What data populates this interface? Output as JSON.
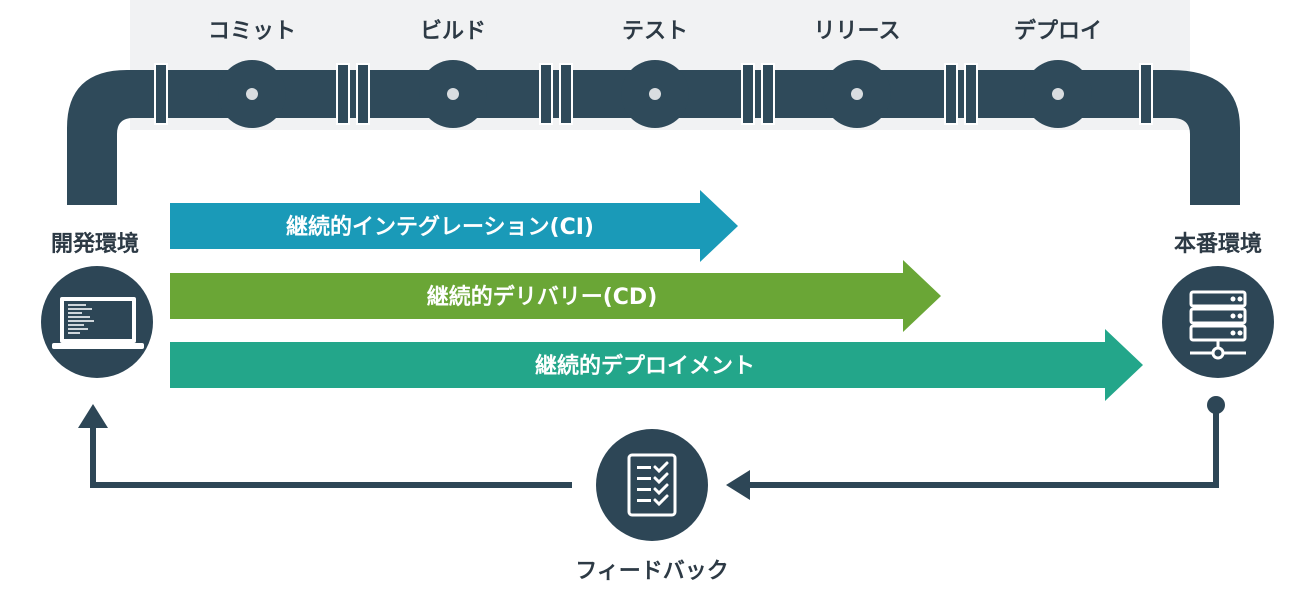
{
  "stages": [
    "コミット",
    "ビルド",
    "テスト",
    "リリース",
    "デプロイ"
  ],
  "environments": {
    "dev": "開発環境",
    "prod": "本番環境"
  },
  "practices": [
    {
      "label": "継続的インテグレーション(CI)",
      "color": "#1a9ab8"
    },
    {
      "label": "継続的デリバリー(CD)",
      "color": "#6aa636"
    },
    {
      "label": "継続的デプロイメント",
      "color": "#23a68a"
    }
  ],
  "feedback": {
    "label": "フィードバック"
  },
  "colors": {
    "pipe": "#2f4a5a",
    "pipe_dark": "#253c49",
    "node": "#2d4656",
    "pipe_bg": "#eef0f1"
  },
  "icons": {
    "dev": "laptop-icon",
    "prod": "server-icon",
    "feedback": "checklist-icon"
  }
}
